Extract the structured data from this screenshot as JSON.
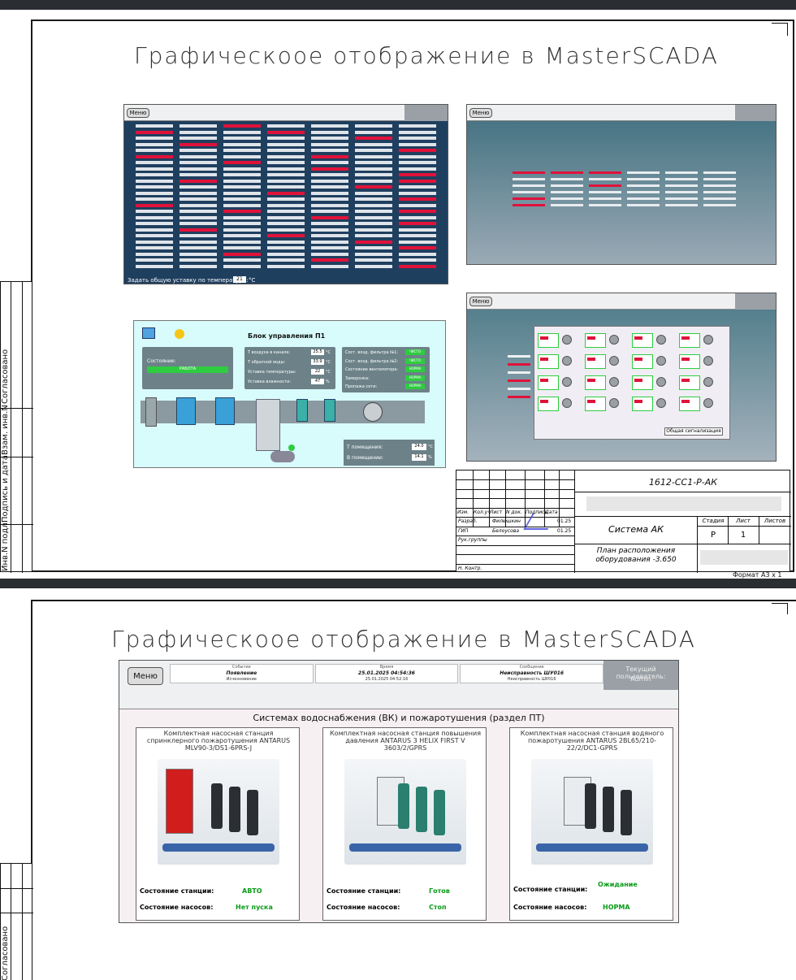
{
  "sheet1": {
    "title": "Графическоое отображение в MasterSCADA",
    "format": "Формат А3 х 1",
    "stamp": {
      "code": "1612-СС1-Р-АК",
      "system": "Система АК",
      "drawing": "План расположения оборудования -3.650",
      "hdr_izm": "Изм.",
      "hdr_koluch": "Кол.уч",
      "hdr_list": "Лист",
      "hdr_ndok": "N док.",
      "hdr_podp": "Подпись",
      "hdr_data": "Дата",
      "razrab_role": "Разраб.",
      "razrab_name": "Филюшкин",
      "razrab_date": "01.25",
      "gip_role": "ГИП",
      "gip_name": "Белоусова",
      "gip_date": "01.25",
      "ruk_role": "Рук.группы",
      "nkontr_role": "Н. Контр.",
      "stage_hdr": "Стадия",
      "list_hdr": "Лист",
      "listov_hdr": "Листов",
      "stage_val": "Р",
      "list_val": "1"
    },
    "margin": {
      "inv_podl": "Инв.N подл.",
      "podp_data": "Подпись и дата",
      "vzam_inv": "Взам. инв.N",
      "soglasovano": "Согласовано"
    },
    "panel1": {
      "menu": "Меню",
      "footer": "Задать общую уставку по температуре:",
      "footer_val": "21",
      "footer_unit": "°С"
    },
    "panel2": {
      "menu": "Меню"
    },
    "panel3": {
      "menu": "Меню",
      "button": "Общая сигнализация"
    },
    "panel4": {
      "title": "Блок управления П1",
      "state_label": "Состояние:",
      "state_value": "РАБОТА",
      "params": [
        {
          "label": "Т воздуха в канале:",
          "value": "25.5",
          "unit": "°С"
        },
        {
          "label": "Т обратной воды:",
          "value": "33.9",
          "unit": "°С"
        },
        {
          "label": "Уставка температуры:",
          "value": "22",
          "unit": "°С"
        },
        {
          "label": "Уставка влажности:",
          "value": "47",
          "unit": "%"
        }
      ],
      "status": [
        {
          "label": "Сост. возд. фильтра №1:",
          "value": "ЧИСТО"
        },
        {
          "label": "Сост. возд. фильтра №2:",
          "value": "ЧИСТО"
        },
        {
          "label": "Состояние вентилятора:",
          "value": "НОРМА"
        },
        {
          "label": "Заморозка:",
          "value": "НОРМА"
        },
        {
          "label": "Пропажа сети:",
          "value": "НОРМА"
        }
      ],
      "room_t_label": "Т помещения:",
      "room_t_value": "24.0",
      "room_t_unit": "°С",
      "room_h_label": "В помещении:",
      "room_h_value": "14.1",
      "room_h_unit": "%"
    }
  },
  "sheet2": {
    "title": "Графическоое отображение в MasterSCADA",
    "menu": "Меню",
    "user_label": "Текущий пользователь:",
    "user_name": "Admin",
    "header_cols": [
      {
        "h": "Событие",
        "v1": "Появление",
        "v2": "Исчезновение"
      },
      {
        "h": "Время",
        "v1": "25.01.2025 04:54:36",
        "v2": "25.01.2025 04:52:16"
      },
      {
        "h": "Сообщение",
        "v1": "Неисправность ШУ016",
        "v2": "Неисправность ШУ016"
      }
    ],
    "heading": "Системах водоснабжения (ВК) и пожаротушения (раздел ПТ)",
    "stations": [
      {
        "title": "Комплектная насосная станция спринклерного пожаротушения ANTARUS MLV90-3/DS1-6PRS-J",
        "state_label": "Состояние станции:",
        "state_value": "АВТО",
        "pumps_label": "Состояние насосов:",
        "pumps_value": "Нет пуска"
      },
      {
        "title": "Комплектная насосная станция повышения давления ANTARUS 3 HELIX FIRST V 3603/2/GPRS",
        "state_label": "Состояние станции:",
        "state_value": "Готов",
        "pumps_label": "Состояние насосов:",
        "pumps_value": "Стоп"
      },
      {
        "title": "Комплектная насосная станция водяного пожаротушения ANTARUS 2BL65/210-22/2/DC1-GPRS",
        "state_label": "Состояние станции:",
        "state_value": "Ожидание",
        "pumps_label": "Состояние насосов:",
        "pumps_value": "НОРМА"
      }
    ]
  },
  "colors": {
    "frame": "#1a1a1a",
    "scada_blue": "#1f3f5f",
    "alarm_red": "#e0123a",
    "ok_green": "#2ecc40",
    "state_green": "#0a9a18",
    "panel_teal": "#5a8a95"
  }
}
